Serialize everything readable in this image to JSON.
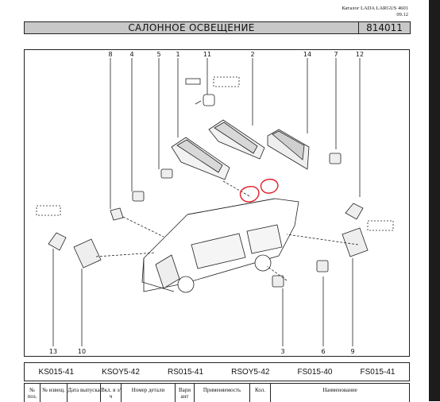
{
  "header": {
    "catalog_line1": "Каталог LADA LARGUS 4601",
    "catalog_line2": "09.12",
    "title": "САЛОННОЕ ОСВЕЩЕНИЕ",
    "code": "814011"
  },
  "callouts": {
    "c8": "8",
    "c4": "4",
    "c5": "5",
    "c1": "1",
    "c11": "11",
    "c2": "2",
    "c14": "14",
    "c7": "7",
    "c12": "12",
    "c13": "13",
    "c10": "10",
    "c3": "3",
    "c6": "6",
    "c9": "9"
  },
  "variants": [
    "KS015-41",
    "KSOY5-42",
    "RS015-41",
    "RSOY5-42",
    "FS015-40",
    "FS015-41"
  ],
  "table_header": {
    "no": "№ поз.",
    "notice": "№ извещ.",
    "date": "Дата выпуска",
    "incl": "Вкл. в з/ч",
    "part": "Номер детали",
    "variant": "Вари ант",
    "usage": "Применяемость",
    "qty": "Кол.",
    "name": "Наименование"
  },
  "colors": {
    "annotation": "#e0202a",
    "titlebar": "#c8c8c8"
  }
}
